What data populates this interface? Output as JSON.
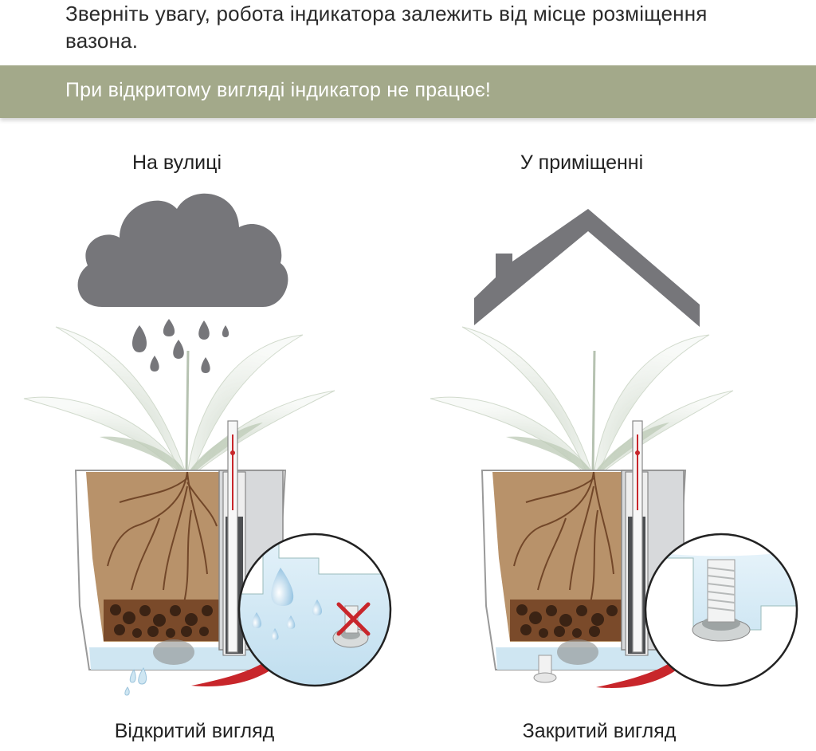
{
  "intro": "Зверніть увагу, робота індикатора залежить від місце розміщення вазона.",
  "banner": "При відкритому вигляді індикатор не працює!",
  "left": {
    "title": "На вулиці",
    "caption": "Відкритий вигляд"
  },
  "right": {
    "title": "У приміщенні",
    "caption": "Закритий вигляд"
  },
  "colors": {
    "banner": "#a3a98a",
    "icon": "#76767a",
    "soil": "#b8926a",
    "water": "#cfe6f2",
    "arrow": "#c8262b"
  }
}
